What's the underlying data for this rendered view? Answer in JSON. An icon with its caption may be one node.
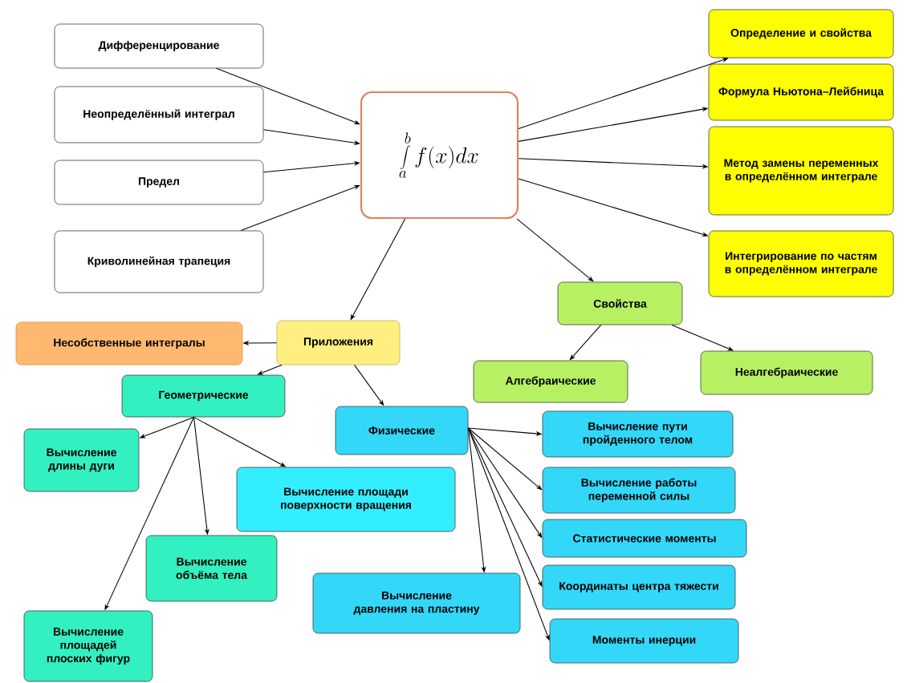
{
  "diagram": {
    "nodes": [
      {
        "text": [
          "Дифференцирование"
        ]
      },
      {
        "text": [
          "Неопределённый интеграл"
        ]
      },
      {
        "text": [
          "Предел"
        ]
      },
      {
        "text": [
          "Криволинейная трапеция"
        ]
      },
      {
        "text": [
          "\\int\\limits_a^b f(x)dx"
        ]
      },
      {
        "text": [
          "Определение и свойства"
        ]
      },
      {
        "text": [
          "Формула Ньютона–Лейбница"
        ]
      },
      {
        "text": [
          "Метод замены переменных в определённом интеграле"
        ]
      },
      {
        "text": [
          "Интегрирование по частям в определённом интеграле"
        ]
      },
      {
        "text": [
          "Свойства"
        ]
      },
      {
        "text": [
          "Алгебраические"
        ]
      },
      {
        "text": [
          "Неалгебраические"
        ]
      },
      {
        "text": [
          "Приложения"
        ]
      },
      {
        "text": [
          "Несобственные интегралы"
        ]
      },
      {
        "text": [
          "Геометрические"
        ]
      },
      {
        "text": [
          "Физические"
        ]
      },
      {
        "text": [
          "Вычисление длины дуги"
        ]
      },
      {
        "text": [
          "Вычисление площади поверхности вращения"
        ]
      },
      {
        "text": [
          "Вычисление объёма тела"
        ]
      },
      {
        "text": [
          "Вычисление площадей плоских фигур"
        ]
      },
      {
        "text": [
          "Вычисление давления на пластину"
        ]
      },
      {
        "text": [
          "Вычисление пути пройденного телом"
        ]
      },
      {
        "text": [
          "Вычисление работы переменной силы"
        ]
      },
      {
        "text": [
          "Статистические моменты"
        ]
      },
      {
        "text": [
          "Координаты центра тяжести"
        ]
      },
      {
        "text": [
          "Моменты инерции"
        ]
      }
    ],
    "edges": [
      {
        "from": 0,
        "to": 4,
        "arrow": "to"
      },
      {
        "from": 1,
        "to": 4,
        "arrow": "to"
      },
      {
        "from": 2,
        "to": 4,
        "arrow": "to"
      },
      {
        "from": 3,
        "to": 4,
        "arrow": "to"
      },
      {
        "from": 4,
        "to": 5,
        "arrow": "to"
      },
      {
        "from": 4,
        "to": 6,
        "arrow": "to"
      },
      {
        "from": 4,
        "to": 7,
        "arrow": "to"
      },
      {
        "from": 4,
        "to": 8,
        "arrow": "to"
      },
      {
        "from": 4,
        "to": 9,
        "arrow": "to"
      },
      {
        "from": 4,
        "to": 12,
        "arrow": "to"
      },
      {
        "from": 12,
        "to": 13,
        "arrow": "to"
      },
      {
        "from": 12,
        "to": 14,
        "arrow": "to"
      },
      {
        "from": 12,
        "to": 15,
        "arrow": "to"
      },
      {
        "from": 9,
        "to": 10,
        "arrow": "to"
      },
      {
        "from": 9,
        "to": 11,
        "arrow": "to"
      },
      {
        "from": 14,
        "to": 16,
        "arrow": "to"
      },
      {
        "from": 14,
        "to": 17,
        "arrow": "to"
      },
      {
        "from": 14,
        "to": 18,
        "arrow": "to"
      },
      {
        "from": 14,
        "to": 19,
        "arrow": "to"
      },
      {
        "from": 15,
        "to": 20,
        "arrow": "to"
      },
      {
        "from": 15,
        "to": 21,
        "arrow": "to"
      },
      {
        "from": 15,
        "to": 22,
        "arrow": "to"
      },
      {
        "from": 15,
        "to": 23,
        "arrow": "to"
      },
      {
        "from": 15,
        "to": 24,
        "arrow": "to"
      },
      {
        "from": 15,
        "to": 25,
        "arrow": "to"
      }
    ]
  }
}
